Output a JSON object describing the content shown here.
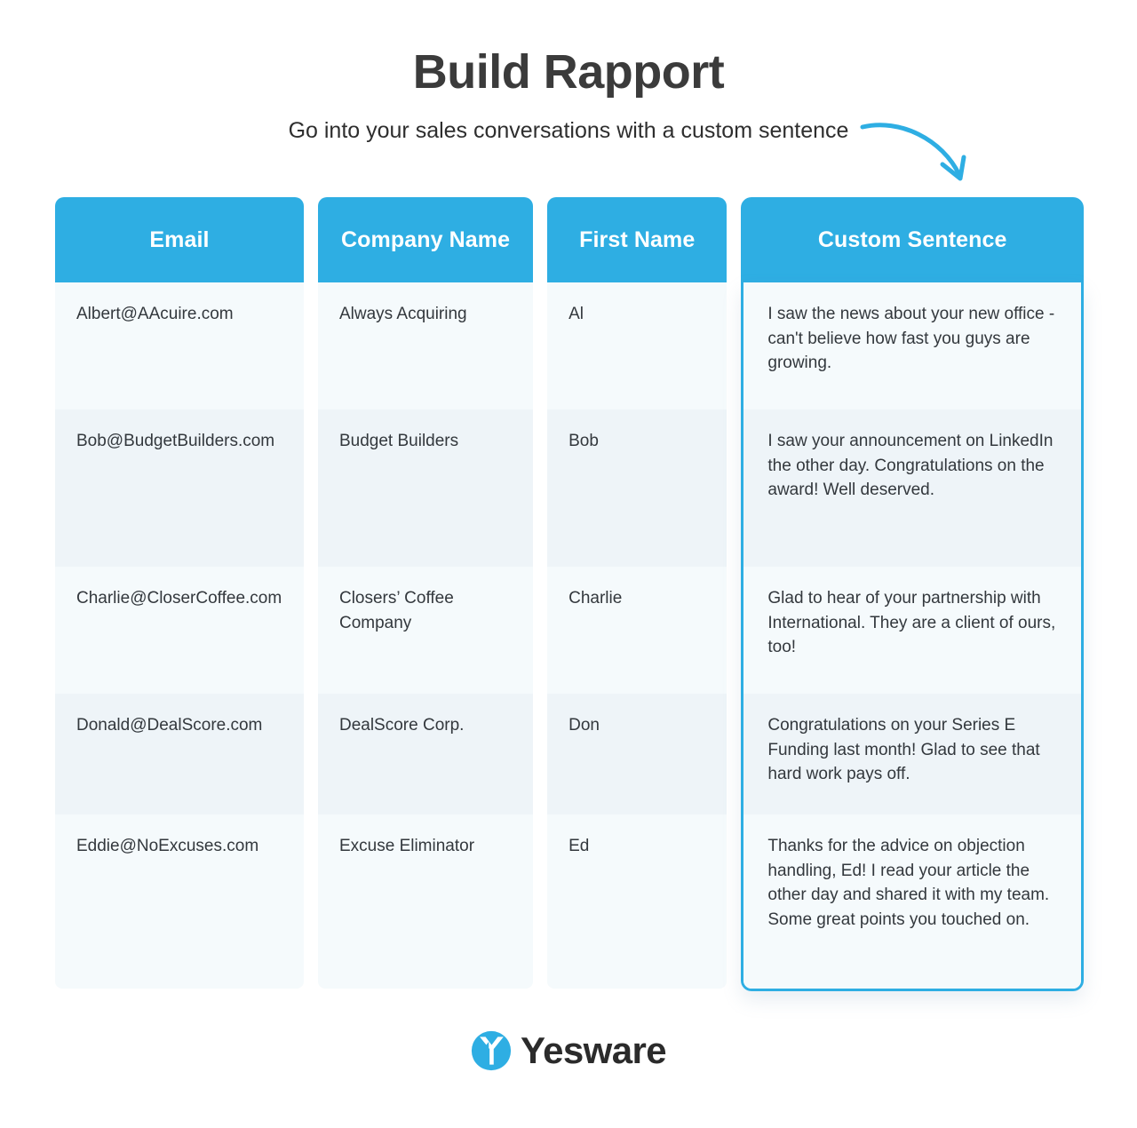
{
  "header": {
    "title": "Build Rapport",
    "subtitle": "Go into your sales conversations with a custom sentence",
    "arrow_icon": "curved-arrow-down-right-icon",
    "arrow_color": "#2eaee3"
  },
  "theme": {
    "accent": "#2eaee3",
    "header_text": "#ffffff",
    "row_light": "#f5fafc",
    "row_dark": "#eef4f8",
    "body_text": "#33383d",
    "title_text": "#3b3b3b"
  },
  "table": {
    "columns": [
      {
        "key": "email",
        "label": "Email"
      },
      {
        "key": "company",
        "label": "Company Name"
      },
      {
        "key": "first_name",
        "label": "First Name"
      },
      {
        "key": "sentence",
        "label": "Custom Sentence",
        "highlighted": true
      }
    ],
    "rows": [
      {
        "email": "Albert@AAcuire.com",
        "company": "Always Acquiring",
        "first_name": "Al",
        "sentence": "I saw the news about your new office - can't believe how fast you guys are growing."
      },
      {
        "email": "Bob@BudgetBuilders.com",
        "company": "Budget Builders",
        "first_name": "Bob",
        "sentence": "I saw your announcement on LinkedIn the other day. Congratulations on the award! Well deserved."
      },
      {
        "email": "Charlie@CloserCoffee.com",
        "company": "Closers’ Coffee Company",
        "first_name": "Charlie",
        "sentence": "Glad to hear of your partnership with International. They are a client of ours, too!"
      },
      {
        "email": "Donald@DealScore.com",
        "company": "DealScore Corp.",
        "first_name": "Don",
        "sentence": "Congratulations on your Series E Funding last month! Glad to see that hard work pays off."
      },
      {
        "email": "Eddie@NoExcuses.com",
        "company": "Excuse Eliminator",
        "first_name": "Ed",
        "sentence": "Thanks for the advice on objection handling, Ed! I read your article the other day and shared it with my team. Some great points you touched on."
      }
    ]
  },
  "footer": {
    "brand": "Yesware",
    "logo_icon": "yesware-logo-icon"
  }
}
